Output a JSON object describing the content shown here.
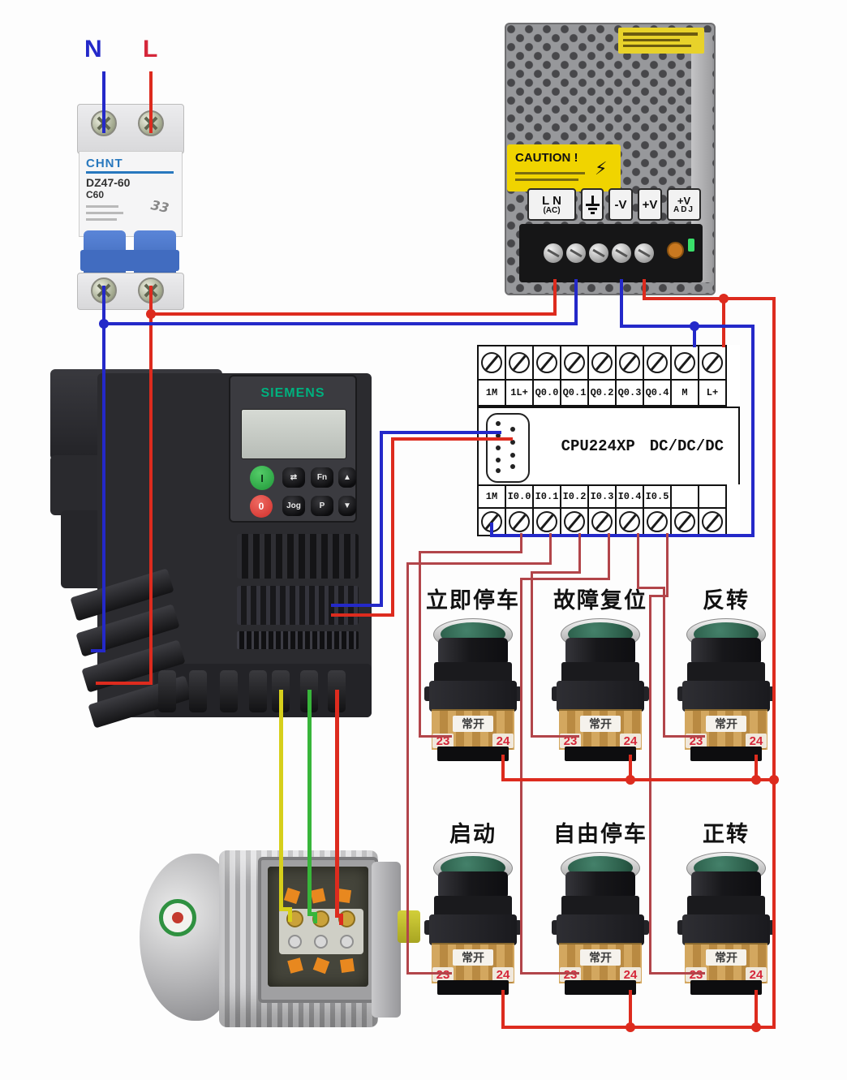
{
  "supply": {
    "n": "N",
    "l": "L"
  },
  "breaker": {
    "brand": "CHNT",
    "model": "DZ47-60",
    "rating": "C60",
    "mark": "33"
  },
  "psu": {
    "caution": "CAUTION !",
    "t_ln": "L N",
    "t_ac": "(AC)",
    "t_minus": "-V",
    "t_plus": "+V",
    "t_adj1": "+V",
    "t_adj2": "ADJ"
  },
  "plc": {
    "top_labels": [
      "1M",
      "1L+",
      "Q0.0",
      "Q0.1",
      "Q0.2",
      "Q0.3",
      "Q0.4",
      "M",
      "L+"
    ],
    "cpu": "CPU224XP",
    "io_type": "DC/DC/DC",
    "bottom_labels": [
      "1M",
      "I0.0",
      "I0.1",
      "I0.2",
      "I0.3",
      "I0.4",
      "I0.5",
      "",
      ""
    ]
  },
  "vfd": {
    "brand": "SIEMENS",
    "key_on": "I",
    "key_off": "0",
    "key_rev": "⇄",
    "key_fn": "Fn",
    "key_up": "▲",
    "key_jog": "Jog",
    "key_p": "P",
    "key_down": "▼"
  },
  "buttons": {
    "no_label": "常开",
    "t23": "23",
    "t24": "24",
    "row1": [
      "立即停车",
      "故障复位",
      "反转"
    ],
    "row2": [
      "启动",
      "自由停车",
      "正转"
    ]
  },
  "colors": {
    "wire_blue": "#2429c9",
    "wire_red": "#dd2b1e",
    "wire_signal_red": "#b2454a",
    "wire_yellow": "#d6cf1b",
    "wire_green": "#38b53a",
    "siemens_green": "#00b07e",
    "caution_yellow": "#f0d400"
  }
}
